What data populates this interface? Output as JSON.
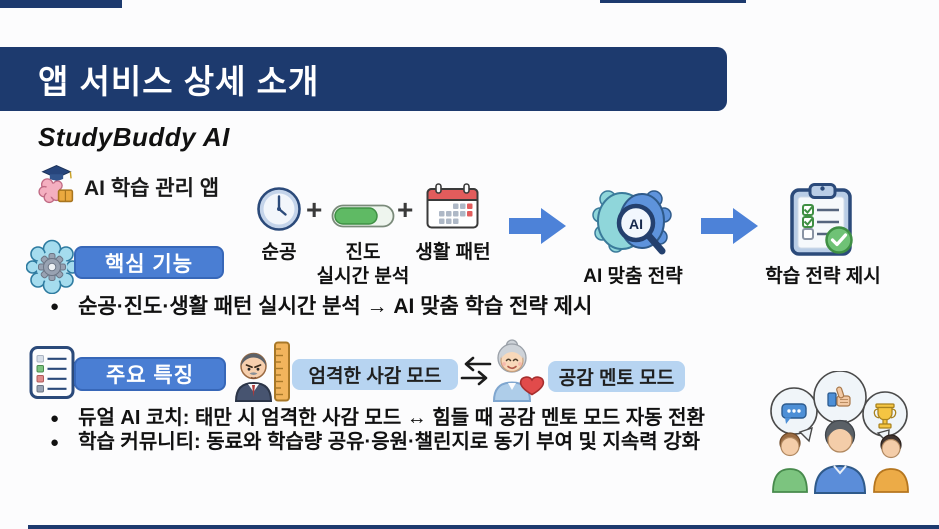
{
  "slide": {
    "title": "앱 서비스 상세 소개",
    "app_name": "StudyBuddy AI",
    "app_tagline": "AI 학습 관리 앱",
    "app_icon": "brain-graduation-icon",
    "bullet_glyph": "●"
  },
  "flow": {
    "plus": "+",
    "inputs": [
      {
        "icon": "clock-icon",
        "label": "순공"
      },
      {
        "icon": "progress-bar-icon",
        "label": "진도"
      },
      {
        "icon": "calendar-icon",
        "label": "생활 패턴"
      }
    ],
    "inputs_caption": "실시간 분석",
    "arrow_icon": "right-arrow-icon",
    "strategy": {
      "icon": "ai-brain-magnifier-icon",
      "label": "AI 맞춤 전략"
    },
    "output": {
      "icon": "clipboard-check-icon",
      "label": "학습 전략 제시"
    }
  },
  "core_features": {
    "icon": "brain-gear-icon",
    "badge_label": "핵심 기능",
    "bullet": "순공·진도·생활 패턴 실시간 분석 → AI 맞춤 학습 전략 제시"
  },
  "key_features": {
    "icon": "checklist-icon",
    "badge_label": "주요 특징",
    "strict_mode": {
      "icon": "strict-teacher-icon",
      "label": "엄격한 사감 모드"
    },
    "swap_icon": "swap-arrows-icon",
    "mentor_mode": {
      "icon": "empathy-mentor-icon",
      "label": "공감 멘토 모드"
    },
    "community_icon": "community-illustration",
    "bullets": [
      "듀얼 AI 코치: 태만 시 엄격한 사감 모드 ↔ 힘들 때 공감 멘토 모드 자동 전환",
      "학습 커뮤니티: 동료와 학습량 공유·응원·챌린지로 동기 부여 및 지속력 강화"
    ]
  },
  "colors": {
    "navy": "#1d3a6e",
    "badge_blue": "#4a7ed3",
    "badge_border": "#3767b8",
    "mode_pill_blue": "#b7d4f1",
    "arrow_blue": "#4d82d8"
  }
}
